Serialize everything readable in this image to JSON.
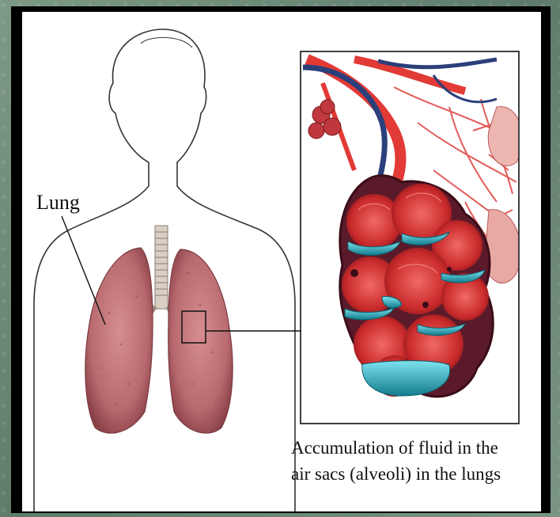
{
  "labels": {
    "lung": "Lung"
  },
  "caption": {
    "line1": "Accumulation of fluid in the",
    "line2": "air sacs (alveoli) in the lungs"
  },
  "colors": {
    "background": "#6f8a78",
    "frame": "#000000",
    "lung": "#b86a6f",
    "vessel_red": "#e23a35",
    "vessel_blue": "#2b3f7a",
    "fluid": "#2fb6c9"
  }
}
